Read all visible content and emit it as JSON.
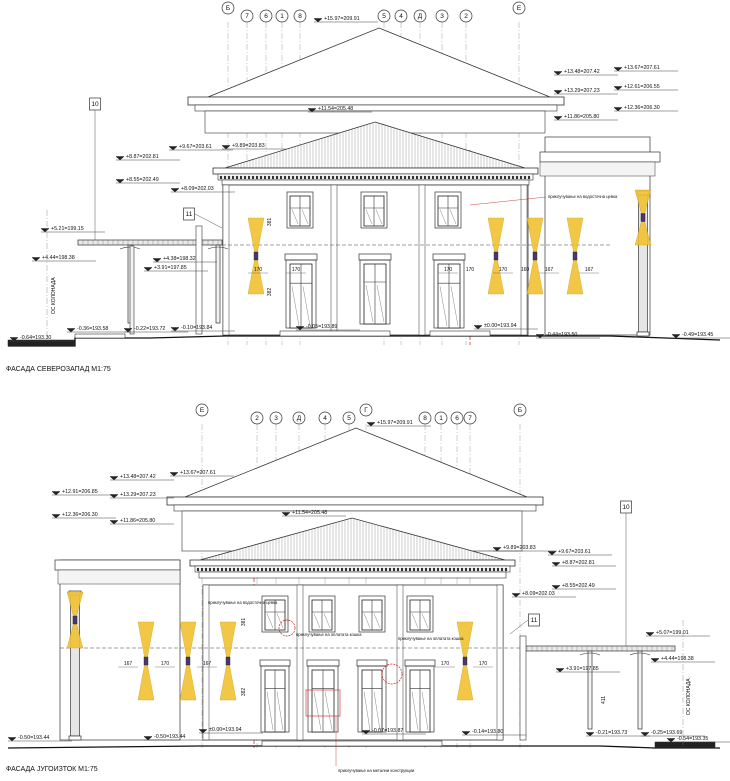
{
  "elevations": [
    {
      "title": "ФАСАДА СЕВЕРОЗАПАД М1:75",
      "axes": [
        "Б",
        "7",
        "6",
        "1",
        "8",
        "5",
        "4",
        "Д",
        "3",
        "2",
        "Е"
      ],
      "tags": [
        "10",
        "11"
      ],
      "levels": [
        "+15.97=209.91",
        "+13.48=207.42",
        "+13.67=207.61",
        "+13.29=207.23",
        "+12.61=206.55",
        "+12.36=206.30",
        "+11.86=205.80",
        "+11.54=205.48",
        "+9.89=203.83",
        "+9.67=203.61",
        "+8.87=202.81",
        "+8.55=202.49",
        "+8.09=202.03",
        "+5.21=199.15",
        "+4.44=198.38",
        "+4.38=198.32",
        "+3.91=197.85",
        "-0.64=193.30",
        "-0.36=193.58",
        "-0.22=193.72",
        "-0.10=193.84",
        "-0.05=193.89",
        "±0.00=193.94",
        "-0.44=193.50",
        "-0.49=193.45"
      ],
      "dims": [
        "170",
        "170",
        "170",
        "170",
        "167",
        "167",
        "381",
        "382",
        "170",
        "160"
      ],
      "notes": [
        "приклучување на водосточна цевка",
        "ОС КОЛОНАДА"
      ]
    },
    {
      "title": "ФАСАДА ЈУГОИЗТОК М1:75",
      "axes": [
        "Е",
        "2",
        "3",
        "Д",
        "4",
        "5",
        "Г",
        "8",
        "1",
        "6",
        "7",
        "Б"
      ],
      "tags": [
        "10",
        "11"
      ],
      "levels": [
        "+15.97=209.91",
        "+13.67=207.61",
        "+13.48=207.42",
        "+12.91=206.85",
        "+13.29=207.23",
        "+12.36=206.30",
        "+11.86=205.80",
        "+11.54=205.48",
        "+9.89=203.83",
        "+9.67=203.61",
        "+8.87=202.81",
        "+8.55=202.49",
        "+8.09=202.03",
        "+5.07=199.01",
        "+4.44=198.38",
        "+3.91=197.85",
        "-0.50=193.44",
        "-0.50=193.44",
        "±0.00=193.94",
        "-0.07=193.87",
        "-0.14=193.80",
        "-0.21=193.73",
        "-0.25=193.69",
        "-0.54=193.35"
      ],
      "dims": [
        "167",
        "170",
        "167",
        "170",
        "170",
        "381",
        "382",
        "411"
      ],
      "notes": [
        "приклучување на водосточна цевка",
        "приклучување на оплатата кошка",
        "приклучување на оплатата кошка",
        "приклучување на метални конструкции",
        "ОС КОЛОНАДА"
      ]
    }
  ]
}
